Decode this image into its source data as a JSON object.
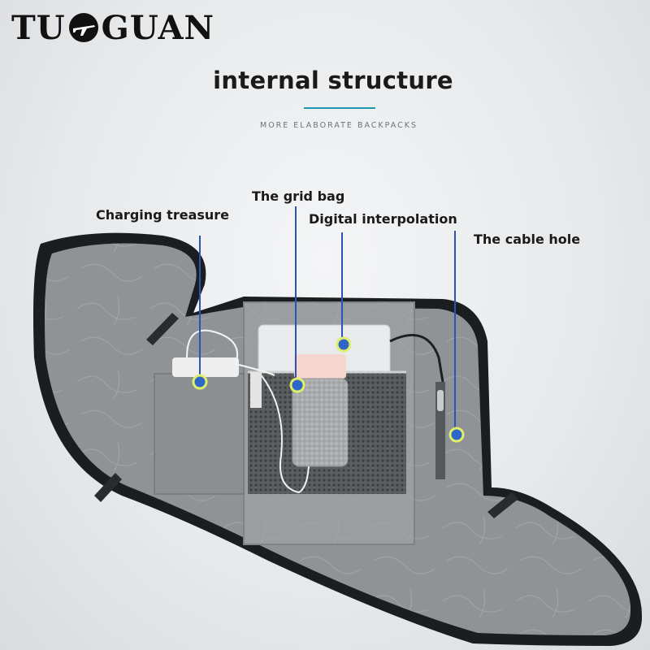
{
  "brand": {
    "logo_left": "TU",
    "logo_right": "GUAN"
  },
  "header": {
    "title": "internal structure",
    "subtitle": "MORE ELABORATE BACKPACKS"
  },
  "callouts": [
    {
      "id": "charging",
      "label": "Charging treasure"
    },
    {
      "id": "grid",
      "label": "The grid bag"
    },
    {
      "id": "digital",
      "label": "Digital interpolation"
    },
    {
      "id": "cable",
      "label": "The cable hole"
    }
  ],
  "colors": {
    "accent_rule": "#1a9bb3",
    "leader_line": "#2a55b8",
    "marker_fill": "#2f67c9",
    "marker_ring": "#e0ee6a",
    "lining": "#8f9396"
  }
}
